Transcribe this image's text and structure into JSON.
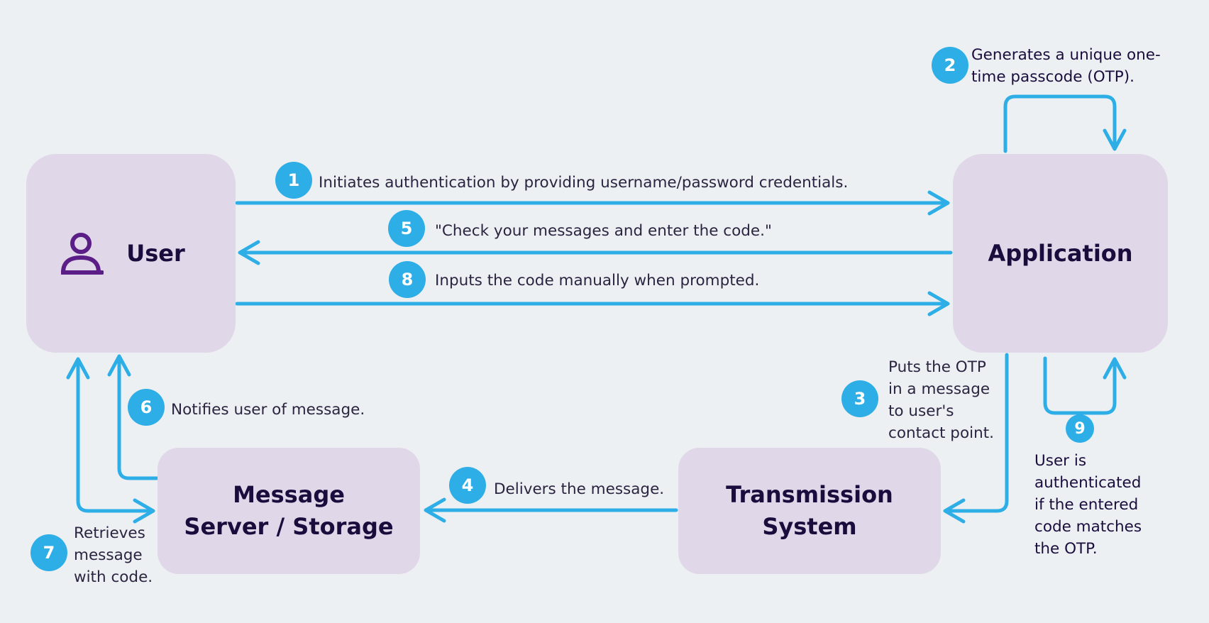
{
  "nodes": {
    "user": "User",
    "application": "Application",
    "message_server": [
      "Message",
      "Server / Storage"
    ],
    "transmission_system": [
      "Transmission",
      "System"
    ]
  },
  "steps": [
    {
      "number": "1",
      "text": [
        "Initiates authentication by providing username/password credentials."
      ]
    },
    {
      "number": "2",
      "text": [
        "Generates a unique one-",
        "time passcode (OTP)."
      ]
    },
    {
      "number": "3",
      "text": [
        "Puts the OTP",
        "in a message",
        "to user's",
        "contact point."
      ]
    },
    {
      "number": "4",
      "text": [
        "Delivers the message."
      ]
    },
    {
      "number": "5",
      "text": [
        "\"Check your messages and enter the code.\""
      ]
    },
    {
      "number": "6",
      "text": [
        "Notifies user of message."
      ]
    },
    {
      "number": "7",
      "text": [
        "Retrieves",
        "message",
        "with code."
      ]
    },
    {
      "number": "8",
      "text": [
        "Inputs the code manually when prompted."
      ]
    },
    {
      "number": "9",
      "text": [
        "User is",
        "authenticated",
        "if the entered",
        "code matches",
        "the OTP."
      ]
    }
  ],
  "colors": {
    "background": "#edf0f3",
    "node_fill": "#e0d7e8",
    "arrow": "#2eaee6",
    "badge": "#2eaee6",
    "icon": "#5b1d86"
  },
  "icons": {
    "user": "person-icon"
  }
}
